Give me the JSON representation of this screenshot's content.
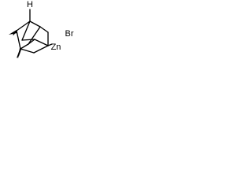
{
  "molecule": {
    "atoms": {
      "h": "H",
      "br": "Br",
      "zn": "Zn"
    },
    "colors": {
      "bond": "#000000",
      "text": "#000000",
      "background": "#ffffff"
    },
    "stereo_bonds": [
      "wedge-to-methyl-left",
      "wedge-to-methyl-bottom"
    ],
    "bond_styles": [
      "solid",
      "wedge"
    ]
  }
}
